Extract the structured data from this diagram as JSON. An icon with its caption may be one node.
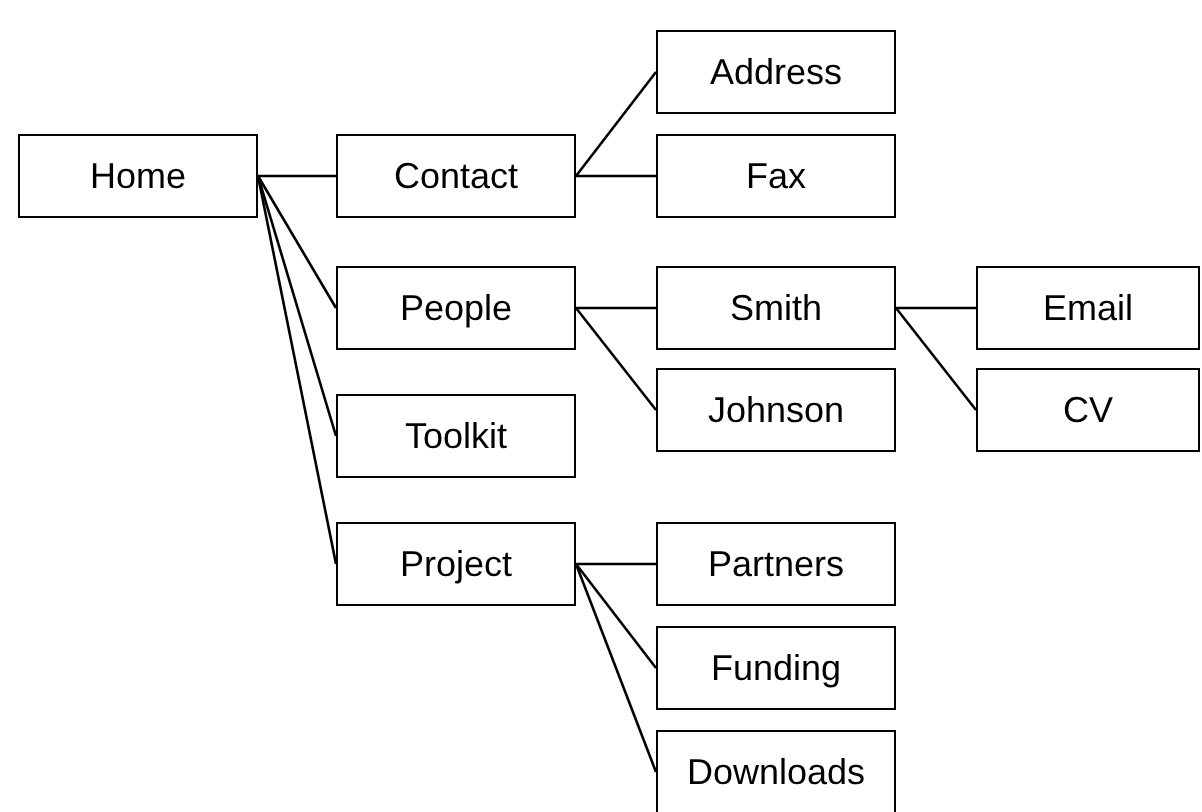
{
  "diagram": {
    "nodes": [
      {
        "text": [
          "Home"
        ]
      },
      {
        "text": [
          "Contact"
        ]
      },
      {
        "text": [
          "Address"
        ]
      },
      {
        "text": [
          "Fax"
        ]
      },
      {
        "text": [
          "People"
        ]
      },
      {
        "text": [
          "Smith"
        ]
      },
      {
        "text": [
          "Email"
        ]
      },
      {
        "text": [
          "CV"
        ]
      },
      {
        "text": [
          "Johnson"
        ]
      },
      {
        "text": [
          "Toolkit"
        ]
      },
      {
        "text": [
          "Project"
        ]
      },
      {
        "text": [
          "Partners"
        ]
      },
      {
        "text": [
          "Funding"
        ]
      },
      {
        "text": [
          "Downloads"
        ]
      }
    ],
    "edges": [
      {
        "from": 0,
        "to": 1,
        "arrow": "none"
      },
      {
        "from": 0,
        "to": 4,
        "arrow": "none"
      },
      {
        "from": 0,
        "to": 9,
        "arrow": "none"
      },
      {
        "from": 0,
        "to": 10,
        "arrow": "none"
      },
      {
        "from": 1,
        "to": 2,
        "arrow": "none"
      },
      {
        "from": 1,
        "to": 3,
        "arrow": "none"
      },
      {
        "from": 4,
        "to": 5,
        "arrow": "none"
      },
      {
        "from": 4,
        "to": 8,
        "arrow": "none"
      },
      {
        "from": 5,
        "to": 6,
        "arrow": "none"
      },
      {
        "from": 5,
        "to": 7,
        "arrow": "none"
      },
      {
        "from": 10,
        "to": 11,
        "arrow": "none"
      },
      {
        "from": 10,
        "to": 12,
        "arrow": "none"
      },
      {
        "from": 10,
        "to": 13,
        "arrow": "none"
      }
    ]
  }
}
